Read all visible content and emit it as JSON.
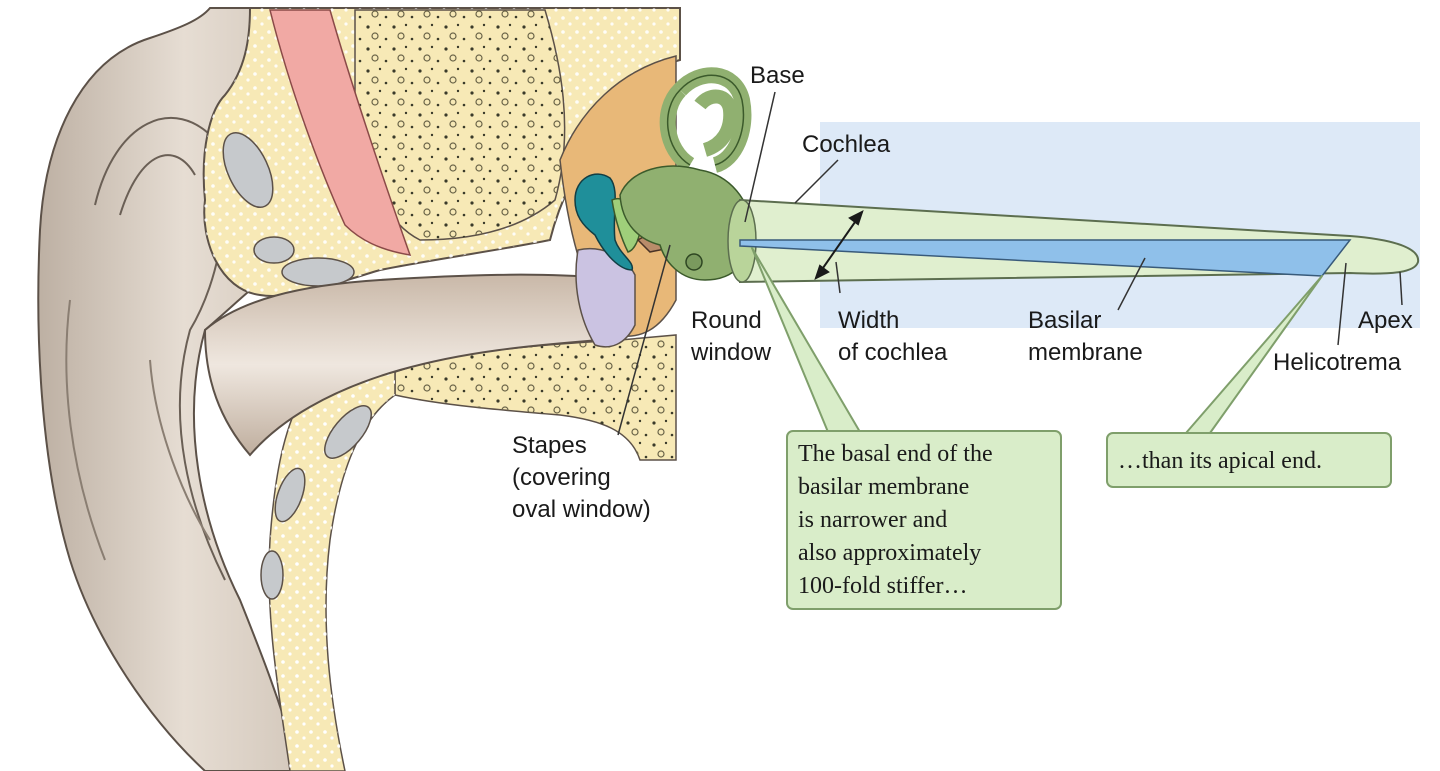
{
  "labels": {
    "base": "Base",
    "cochlea": "Cochlea",
    "round_window": "Round\nwindow",
    "width_of_cochlea": "Width\nof cochlea",
    "basilar_membrane": "Basilar\nmembrane",
    "apex": "Apex",
    "helicotrema": "Helicotrema",
    "stapes": "Stapes\n(covering\noval window)"
  },
  "callouts": {
    "basal": "The basal end of the\nbasilar membrane\nis narrower and\nalso approximately\n100-fold stiffer…",
    "apical": "…than its apical end."
  },
  "colors": {
    "skin": "#d9d0c6",
    "bone": "#f7e9b6",
    "muscle": "#f1a9a4",
    "inner_ear_green": "#90b070",
    "cochlea_tube": "#e0efcf",
    "basilar_blue": "#8fc0ea",
    "background_blue": "#dde9f7",
    "callout_fill": "#d9edc9",
    "eardrum_purple": "#cbc3e2",
    "ossicle_teal": "#1f8f9a",
    "middle_ear_orange": "#e8b878"
  }
}
